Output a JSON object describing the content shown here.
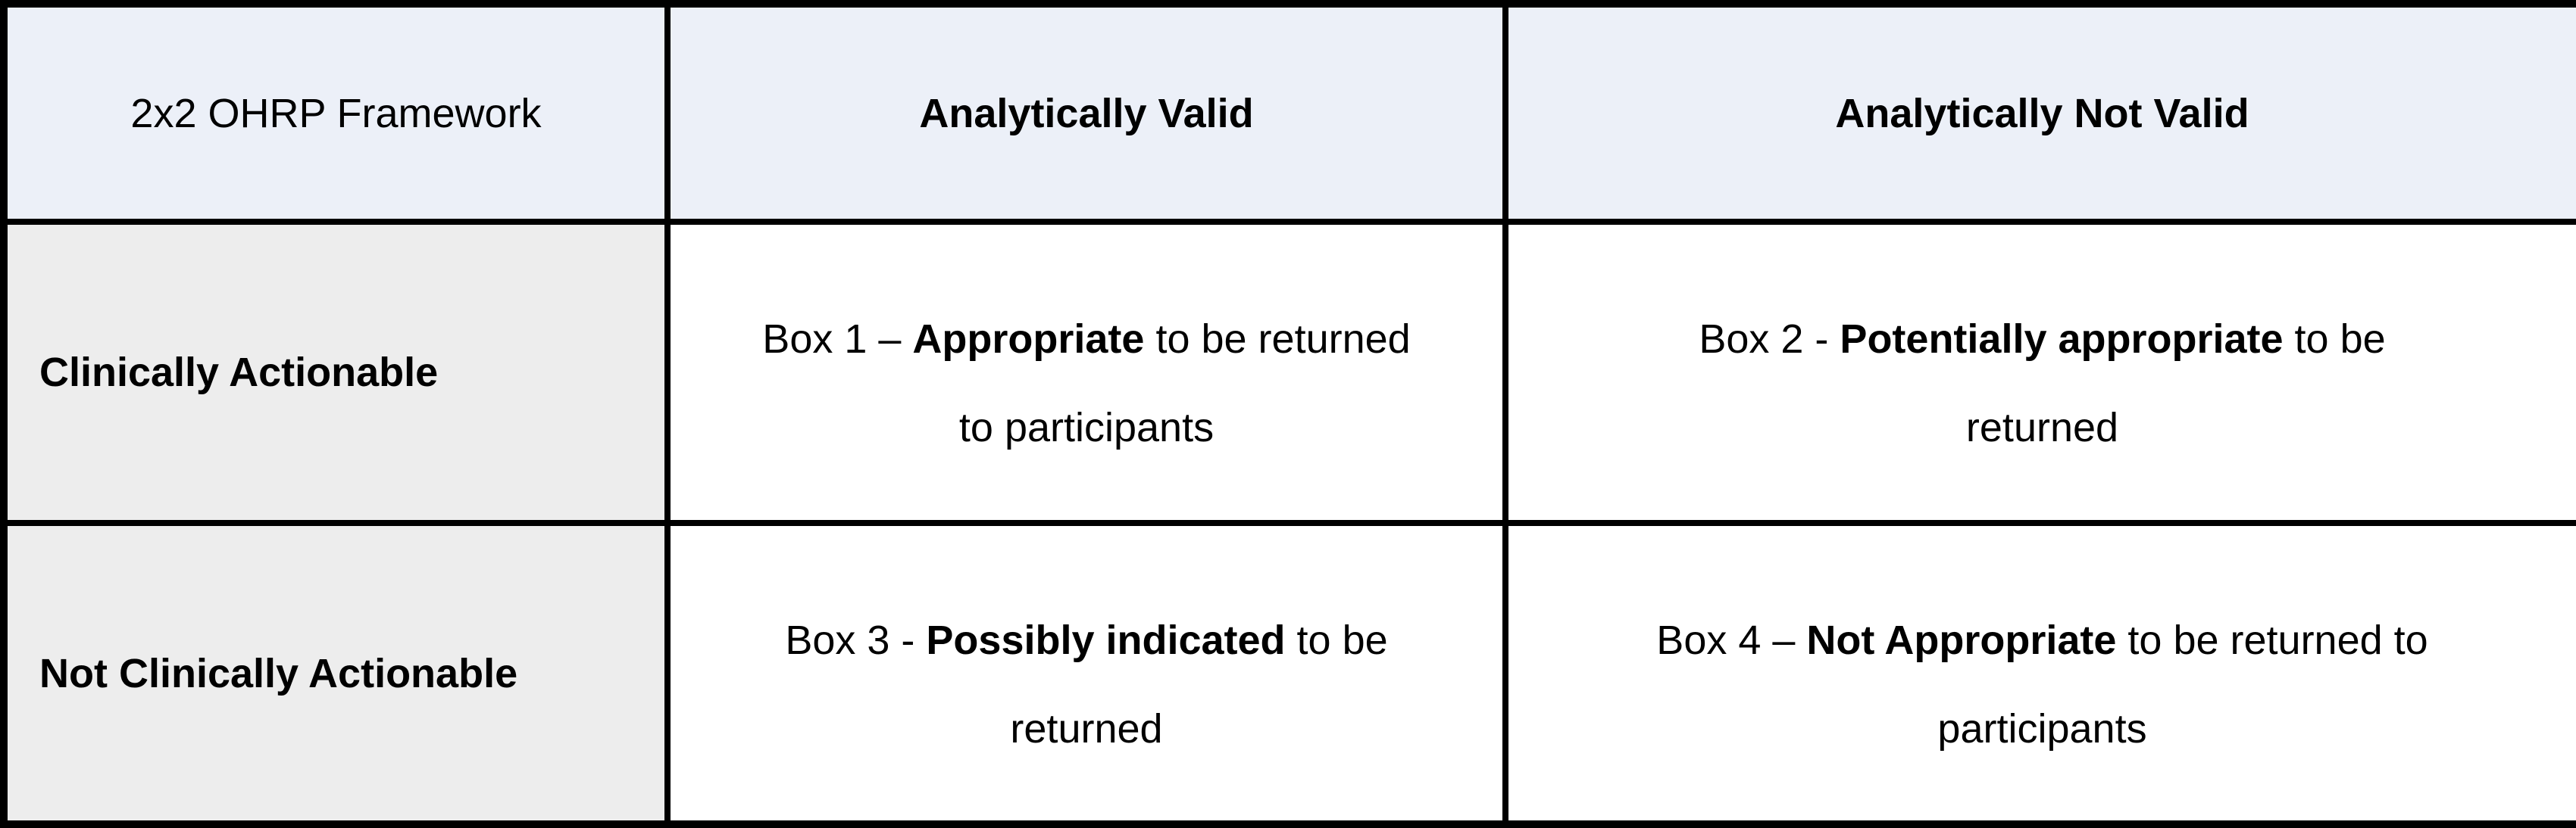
{
  "page": {
    "title": "2x2 OHRP Framework table"
  },
  "colors": {
    "header_bg": "#ecf0f8",
    "row_label_bg": "#ededed",
    "cell_bg": "#ffffff",
    "border": "#000000",
    "text": "#000000"
  },
  "table": {
    "header": {
      "corner": "2x2 OHRP Framework",
      "valid": "Analytically Valid",
      "not_valid": "Analytically Not Valid"
    },
    "rows": [
      {
        "label": "Clinically Actionable",
        "cells": [
          {
            "line1_prefix": "Box 1 – ",
            "line1_bold": "Appropriate",
            "line1_rest": " to be returned",
            "line2": "to participants"
          },
          {
            "line1_prefix": "Box 2 - ",
            "line1_bold": "Potentially appropriate",
            "line1_rest": " to be",
            "line2": "returned"
          }
        ]
      },
      {
        "label": "Not Clinically Actionable",
        "cells": [
          {
            "line1_prefix": "Box 3 - ",
            "line1_bold": "Possibly indicated",
            "line1_rest": " to be",
            "line2": "returned"
          },
          {
            "line1_prefix": "Box 4 – ",
            "line1_bold": "Not Appropriate",
            "line1_rest": " to be returned to",
            "line2": "participants"
          }
        ]
      }
    ]
  }
}
